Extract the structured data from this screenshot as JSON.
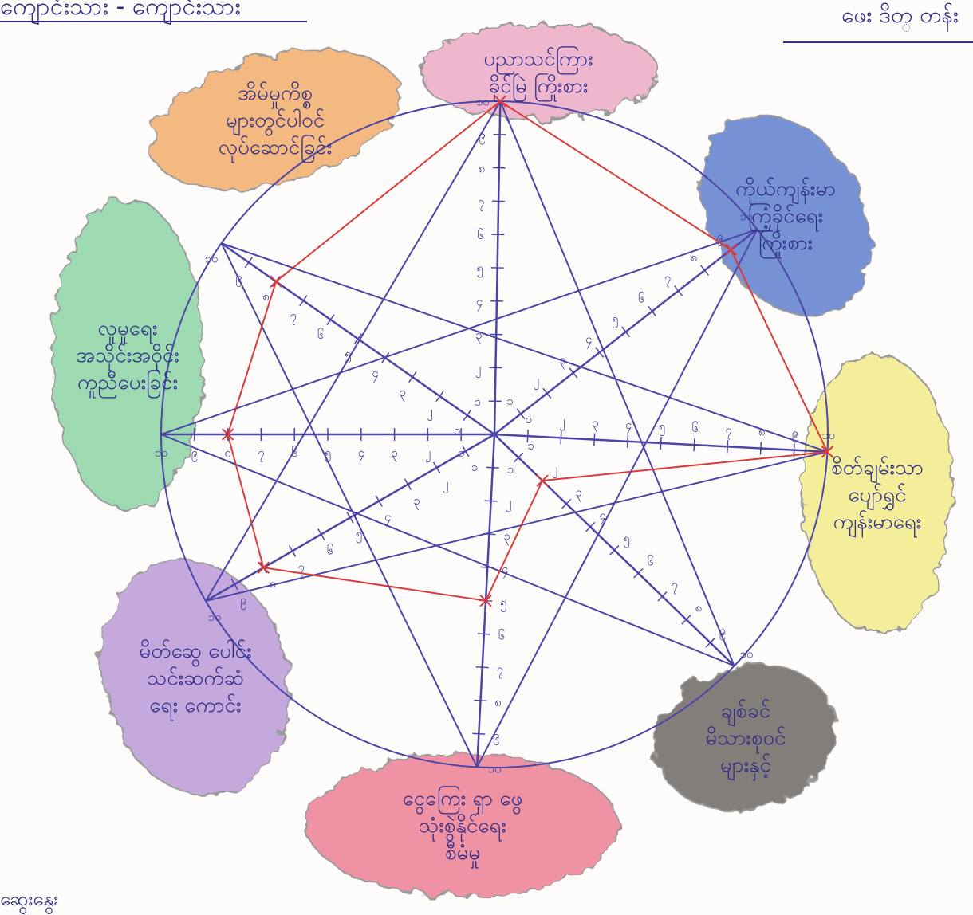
{
  "header": {
    "left": "ကျောင်းသား ‑ ကျောင်းသား",
    "right": "ဖေး ဒိတ္ တန်း"
  },
  "footer": {
    "left": "ဆွေးနွေး"
  },
  "wheel": {
    "ring_color": "#4b45a8",
    "score_color": "#d93b3b",
    "spokes": 8,
    "scale_labels": [
      "၁",
      "၂",
      "၃",
      "၄",
      "၅",
      "၆",
      "၇",
      "၈",
      "၉",
      "၁၀"
    ]
  },
  "segments": [
    {
      "id": "top",
      "text_lines": [
        "ပညာသင်ကြား",
        "ခိုင်မြဲ ကြိုးစား"
      ],
      "color": "#e9a0bd"
    },
    {
      "id": "top-right",
      "text_lines": [
        "ကိုယ်ကျန်းမာ",
        "ကြံ့ခိုင်ရေး",
        "ကြိုးစား"
      ],
      "color": "#4a6fc7"
    },
    {
      "id": "right",
      "text_lines": [
        "စိတ်ချမ်းသာ",
        "ပျော်ရွှင်",
        "ကျန်းမာရေး"
      ],
      "color": "#f2ea7a"
    },
    {
      "id": "bottom-right",
      "text_lines": [
        "ချစ်ခင်",
        "မိသားစုဝင်",
        "များနှင့်"
      ],
      "color": "#5b5450"
    },
    {
      "id": "bottom",
      "text_lines": [
        "ငွေကြေး ရှာ ဖွေ",
        "သုံးစွဲနိုင်ရေး",
        "စီမံမှု"
      ],
      "color": "#e96f86"
    },
    {
      "id": "bottom-left",
      "text_lines": [
        "မိတ်ဆွေ ပေါင်း",
        "သင်းဆက်ဆံ",
        "ရေး ကောင်း"
      ],
      "color": "#b28ed1"
    },
    {
      "id": "left",
      "text_lines": [
        "လူမှုရေး",
        "အသိုင်းအဝိုင်း",
        "ကူညီပေးခြင်း"
      ],
      "color": "#7ccf98"
    },
    {
      "id": "top-left",
      "text_lines": [
        "အိမ်မှုကိစ္စ",
        "များတွင်ပါဝင်",
        "လုပ်ဆောင်ခြင်း"
      ],
      "color": "#f0a25a"
    }
  ],
  "score_note": "scores read from red polygon vertex positions along each spoke",
  "scores": [
    10,
    9,
    10,
    2,
    5,
    8,
    8,
    8
  ]
}
